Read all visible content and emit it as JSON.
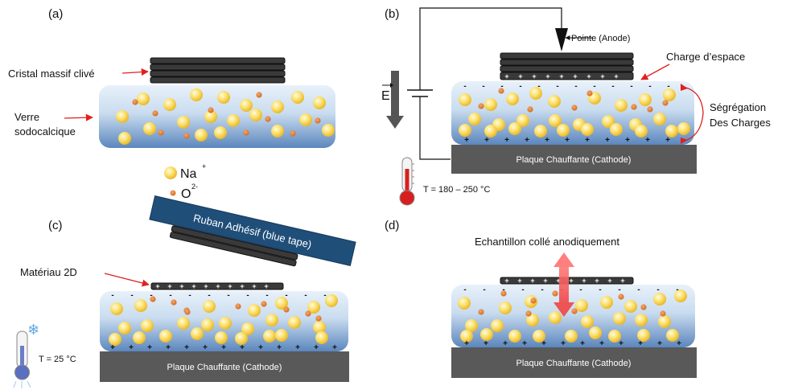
{
  "panels": {
    "a": {
      "label": "(a)",
      "crystal_label": "Cristal massif clivé",
      "glass_label_1": "Verre",
      "glass_label_2": "sodocalcique"
    },
    "b": {
      "label": "(b)",
      "tip_label": "Pointe (Anode)",
      "space_charge_label": "Charge d’espace",
      "segregation_label_1": "Ségrégation",
      "segregation_label_2": "Des Charges",
      "field_label": "E",
      "plate_label": "Plaque Chauffante (Cathode)",
      "temperature_label": "T = 180 – 250 °C"
    },
    "legend": {
      "sodium_label": "Na",
      "sodium_sup": "+",
      "oxygen_label": "O",
      "oxygen_sup": "2-"
    },
    "c": {
      "label": "(c)",
      "tape_label": "Ruban Adhésif (blue tape)",
      "material_label": "Matériau 2D",
      "plate_label": "Plaque Chauffante (Cathode)",
      "temperature_label": "T = 25 °C"
    },
    "d": {
      "label": "(d)",
      "bonded_label": "Echantillon collé anodiquement",
      "plate_label": "Plaque Chauffante (Cathode)"
    }
  },
  "colors": {
    "sodium": "#f5c530",
    "oxygen": "#e07b2a",
    "glass_top": "#c7dcef",
    "glass_bottom": "#6f97c4",
    "plate": "#595959",
    "tape": "#1f4e79",
    "arrow_red": "#e02020"
  }
}
